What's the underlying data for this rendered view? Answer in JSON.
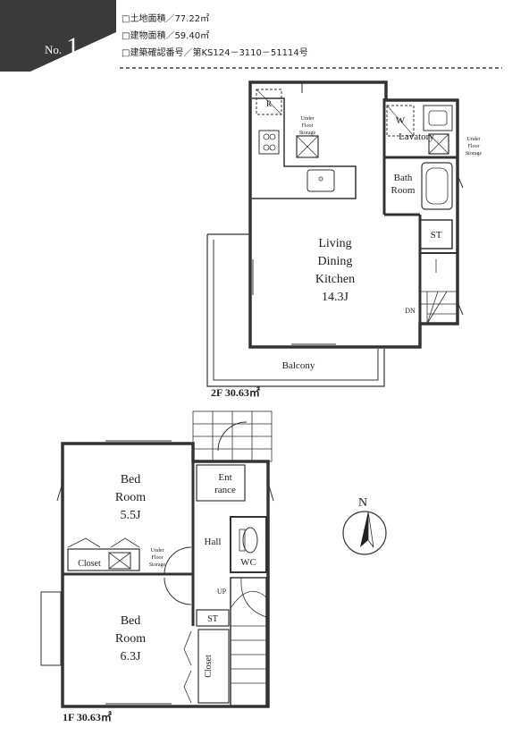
{
  "badge": {
    "prefix": "No.",
    "number": "1"
  },
  "info": [
    "□土地面積／77.22㎡",
    "□建物面積／59.40㎡",
    "□建築確認番号／第KS124－3110－51114号"
  ],
  "floor2": {
    "label": "2F 30.63㎡",
    "rooms": {
      "ldk": [
        "Living",
        "Dining",
        "Kitchen",
        "14.3J"
      ],
      "bath": [
        "Bath",
        "Room"
      ],
      "lavatory": "Lavatory",
      "washer": "W",
      "fridge": "R",
      "storage": "ST",
      "balcony": "Balcony",
      "down": "DN",
      "underfloor_kitchen": [
        "Under",
        "Floor",
        "Storage"
      ],
      "underfloor_lav": [
        "Under",
        "Floor",
        "Storage"
      ]
    }
  },
  "floor1": {
    "label": "1F 30.63㎡",
    "rooms": {
      "bed1": [
        "Bed",
        "Room",
        "5.5J"
      ],
      "bed2": [
        "Bed",
        "Room",
        "6.3J"
      ],
      "entrance": [
        "Ent",
        "rance"
      ],
      "hall": "Hall",
      "wc": "WC",
      "storage": "ST",
      "up": "UP",
      "closet1": "Closet",
      "closet2": "Closet",
      "underfloor": [
        "Under",
        "Floor",
        "Storage"
      ]
    }
  },
  "compass": "N"
}
